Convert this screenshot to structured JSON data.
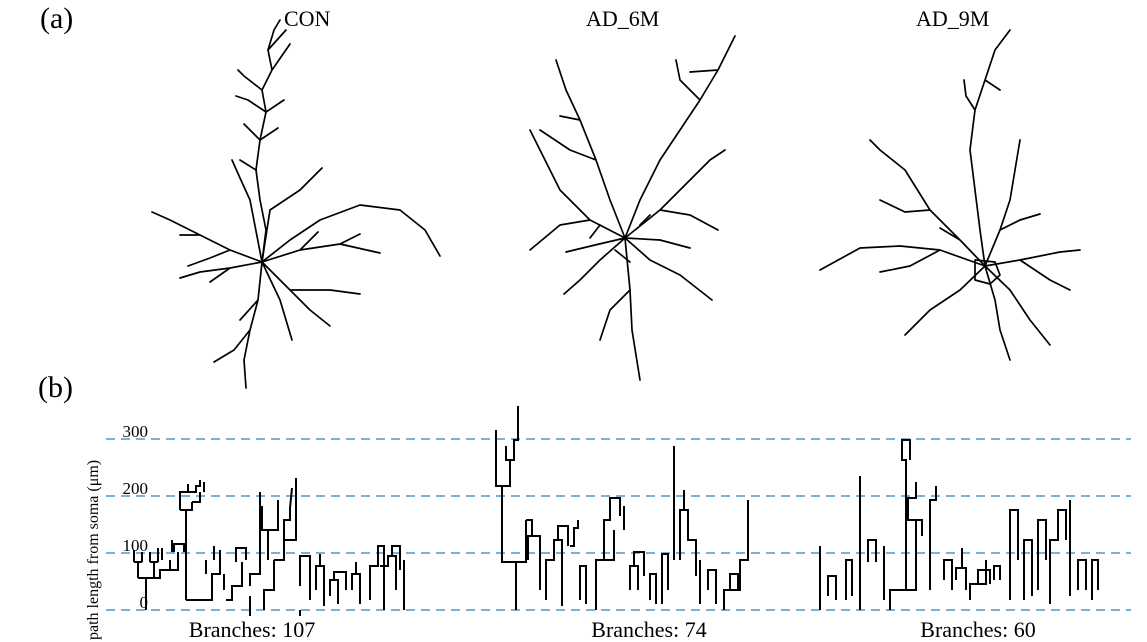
{
  "panel_a": {
    "label": "(a)",
    "conditions": [
      "CON",
      "AD_6M",
      "AD_9M"
    ]
  },
  "panel_b": {
    "label": "(b)",
    "ylabel": "path length from soma (μm)",
    "ticks": [
      "0",
      "100",
      "200",
      "300"
    ],
    "tick_values": [
      0,
      100,
      200,
      300
    ],
    "ylim": [
      0,
      350
    ],
    "grid": "dashed horizontal",
    "grid_color": "#4f97cf",
    "branch_counts": [
      "Branches: 107",
      "Branches: 74",
      "Branches: 60"
    ]
  },
  "chart_data": {
    "type": "dendrogram",
    "ylabel": "path length from soma (μm)",
    "ylim": [
      0,
      350
    ],
    "series": [
      {
        "name": "CON",
        "branches": 107,
        "max_path_length": 230
      },
      {
        "name": "AD_6M",
        "branches": 74,
        "max_path_length": 350
      },
      {
        "name": "AD_9M",
        "branches": 60,
        "max_path_length": 300
      }
    ]
  }
}
